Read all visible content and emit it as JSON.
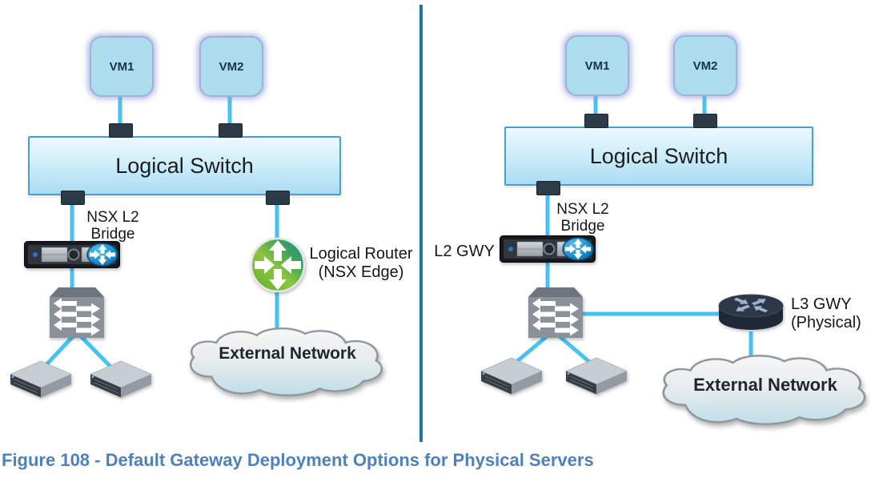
{
  "caption": "Figure 108 - Default Gateway Deployment Options for Physical Servers",
  "left": {
    "vm1": "VM1",
    "vm2": "VM2",
    "logical_switch": "Logical Switch",
    "bridge_line1": "NSX L2",
    "bridge_line2": "Bridge",
    "router_line1": "Logical Router",
    "router_line2": "(NSX Edge)",
    "cloud": "External Network"
  },
  "right": {
    "vm1": "VM1",
    "vm2": "VM2",
    "logical_switch": "Logical Switch",
    "bridge_line1": "NSX L2",
    "bridge_line2": "Bridge",
    "l2_gwy": "L2 GWY",
    "l3_line1": "L3 GWY",
    "l3_line2": "(Physical)",
    "cloud": "External Network"
  },
  "colors": {
    "wire": "#47C2F3",
    "divider": "#1A7A9E",
    "caption_text": "#4E81BC",
    "vm_fill": "#ABDDED",
    "switch_fill": "#CFEEFA",
    "switch_border": "#4AA0CD",
    "port": "#2D3B48",
    "logical_router_green": "#8CC63E",
    "l3_router_dark": "#2C3848"
  }
}
